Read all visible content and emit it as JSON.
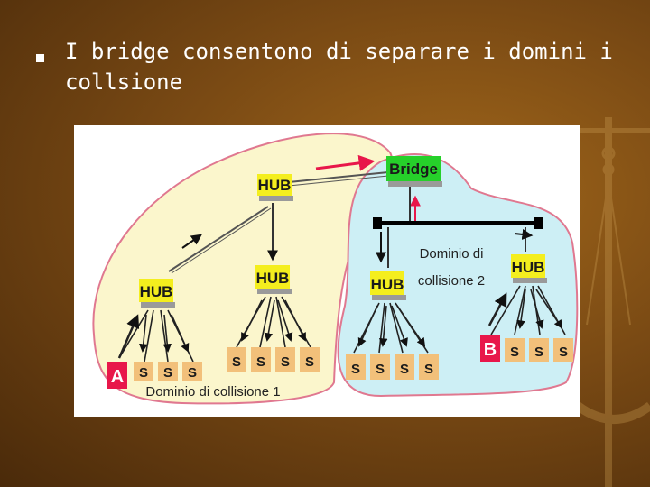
{
  "slide": {
    "bullet_text": "I bridge consentono di separare i domini i collsione"
  },
  "diagram": {
    "bridge_label": "Bridge",
    "hub_label": "HUB",
    "station_label": "S",
    "host_a_label": "A",
    "host_b_label": "B",
    "domain1_label": "Dominio di collisione 1",
    "domain2_label_line1": "Dominio di",
    "domain2_label_line2": "collisione 2",
    "colors": {
      "domain1_fill": "#fbf6cc",
      "domain1_border": "#e07890",
      "domain2_fill": "#cdeff5",
      "hub_fill": "#f4ee1e",
      "station_fill": "#f2c07a",
      "bridge_fill": "#26d02a",
      "host_fill": "#e8174a",
      "bus_color": "#000000"
    }
  }
}
